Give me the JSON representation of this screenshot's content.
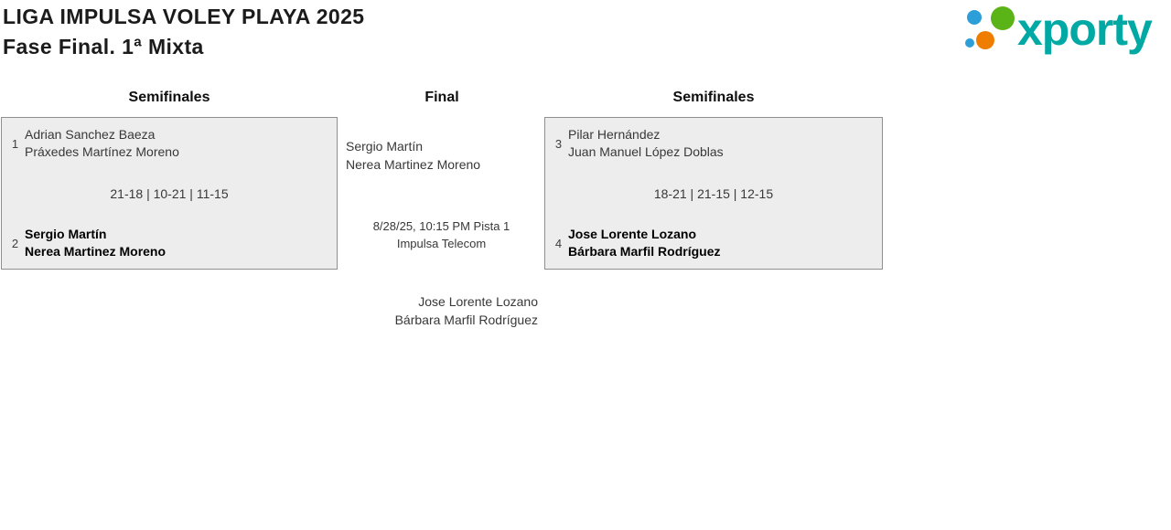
{
  "header": {
    "title": "LIGA IMPULSA VOLEY PLAYA 2025",
    "subtitle": "Fase Final. 1ª Mixta"
  },
  "logo": {
    "text": "xporty",
    "text_color": "#00a9a4",
    "dot_blue": "#2d9fd8",
    "dot_green": "#5ab317",
    "dot_orange": "#ef7d00"
  },
  "rounds": {
    "semifinals_left": "Semifinales",
    "final": "Final",
    "semifinals_right": "Semifinales"
  },
  "semifinal_left": {
    "team_top": {
      "seed": "1",
      "player1": "Adrian Sanchez Baeza",
      "player2": "Práxedes Martínez Moreno"
    },
    "score": "21-18 | 10-21 | 11-15",
    "team_bottom": {
      "seed": "2",
      "player1": "Sergio Martín",
      "player2": "Nerea Martinez Moreno"
    }
  },
  "semifinal_right": {
    "team_top": {
      "seed": "3",
      "player1": "Pilar Hernández",
      "player2": "Juan Manuel López Doblas"
    },
    "score": "18-21 | 21-15 | 12-15",
    "team_bottom": {
      "seed": "4",
      "player1": "Jose Lorente Lozano",
      "player2": "Bárbara Marfil Rodríguez"
    }
  },
  "final": {
    "team_top": {
      "player1": "Sergio Martín",
      "player2": "Nerea Martinez Moreno"
    },
    "schedule": "8/28/25, 10:15 PM Pista 1",
    "venue": "Impulsa Telecom",
    "team_bottom": {
      "player1": "Jose Lorente Lozano",
      "player2": "Bárbara Marfil Rodríguez"
    }
  }
}
